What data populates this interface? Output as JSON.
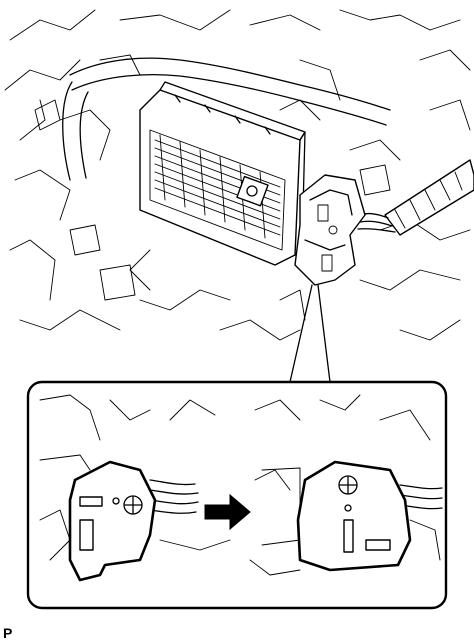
{
  "figure": {
    "code_label": "P",
    "components": [
      "engine-bay-background",
      "ecu-module",
      "wire-harness",
      "connector",
      "detail-inset",
      "direction-arrow"
    ]
  }
}
